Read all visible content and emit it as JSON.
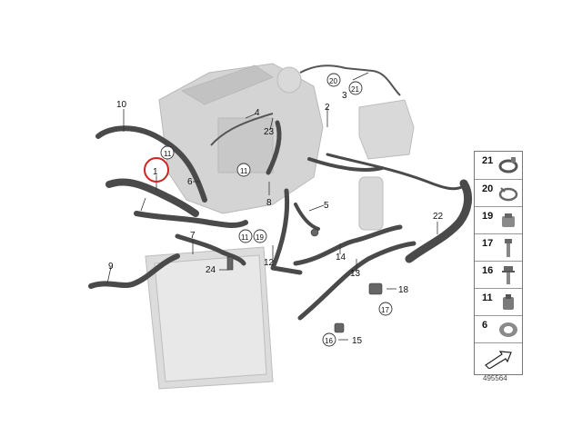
{
  "diagram": {
    "callouts": [
      "1",
      "2",
      "3",
      "4",
      "5",
      "6",
      "7",
      "8",
      "9",
      "10",
      "11",
      "12",
      "13",
      "14",
      "15",
      "16",
      "17",
      "18",
      "19",
      "20",
      "21",
      "22",
      "23",
      "24"
    ],
    "circled_callouts": [
      "11",
      "19",
      "20",
      "21",
      "16",
      "17"
    ],
    "highlighted_callout": "1",
    "highlight_color": "#d22222",
    "hose_color": "#4a4a4a",
    "component_color": "#cfcfcf"
  },
  "parts_legend": [
    {
      "label": "21",
      "icon": "hose-clamp-icon"
    },
    {
      "label": "20",
      "icon": "spring-clamp-icon"
    },
    {
      "label": "19",
      "icon": "clip-icon"
    },
    {
      "label": "17",
      "icon": "bolt-icon"
    },
    {
      "label": "16",
      "icon": "collar-bolt-icon"
    },
    {
      "label": "11",
      "icon": "clip-icon"
    },
    {
      "label": "6",
      "icon": "seal-ring-icon"
    },
    {
      "label": "",
      "icon": "arrow-icon"
    }
  ],
  "diagram_id": "495564"
}
